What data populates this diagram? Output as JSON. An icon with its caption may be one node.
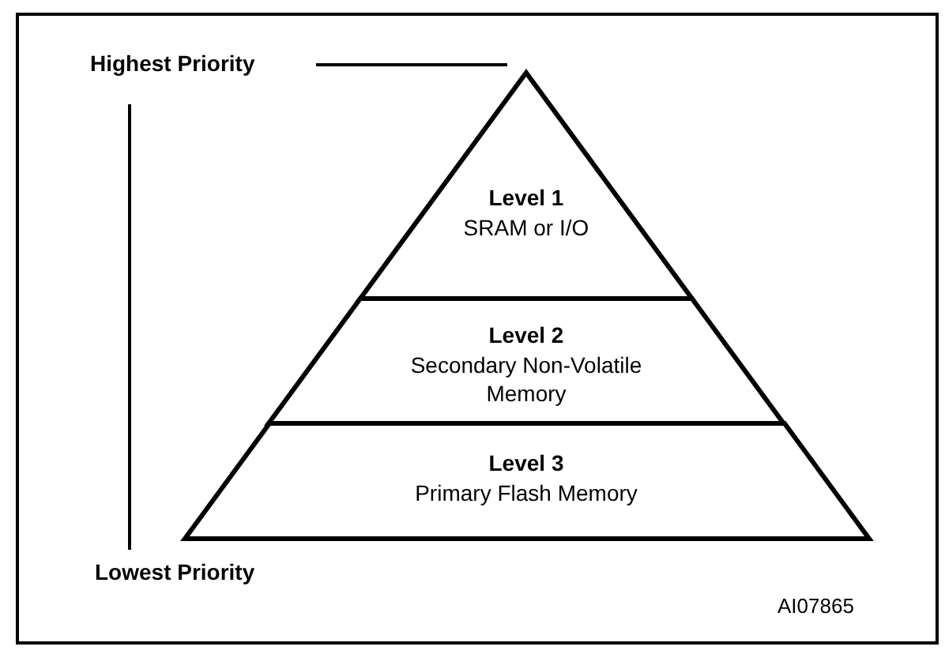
{
  "diagram": {
    "nodes": [
      {
        "text": [
          "Highest Priority"
        ]
      },
      {
        "text": [
          "Level 1",
          "SRAM or I/O"
        ]
      },
      {
        "text": [
          "Level 2",
          "Secondary Non-Volatile Memory"
        ]
      },
      {
        "text": [
          "Level 3",
          "Primary Flash Memory"
        ]
      },
      {
        "text": [
          "Lowest Priority"
        ]
      }
    ],
    "edges": [
      {
        "from": 0,
        "to": 1,
        "arrow": "none"
      },
      {
        "from": 0,
        "to": 4,
        "arrow": "none"
      }
    ],
    "labels": [
      "AI07865"
    ]
  }
}
